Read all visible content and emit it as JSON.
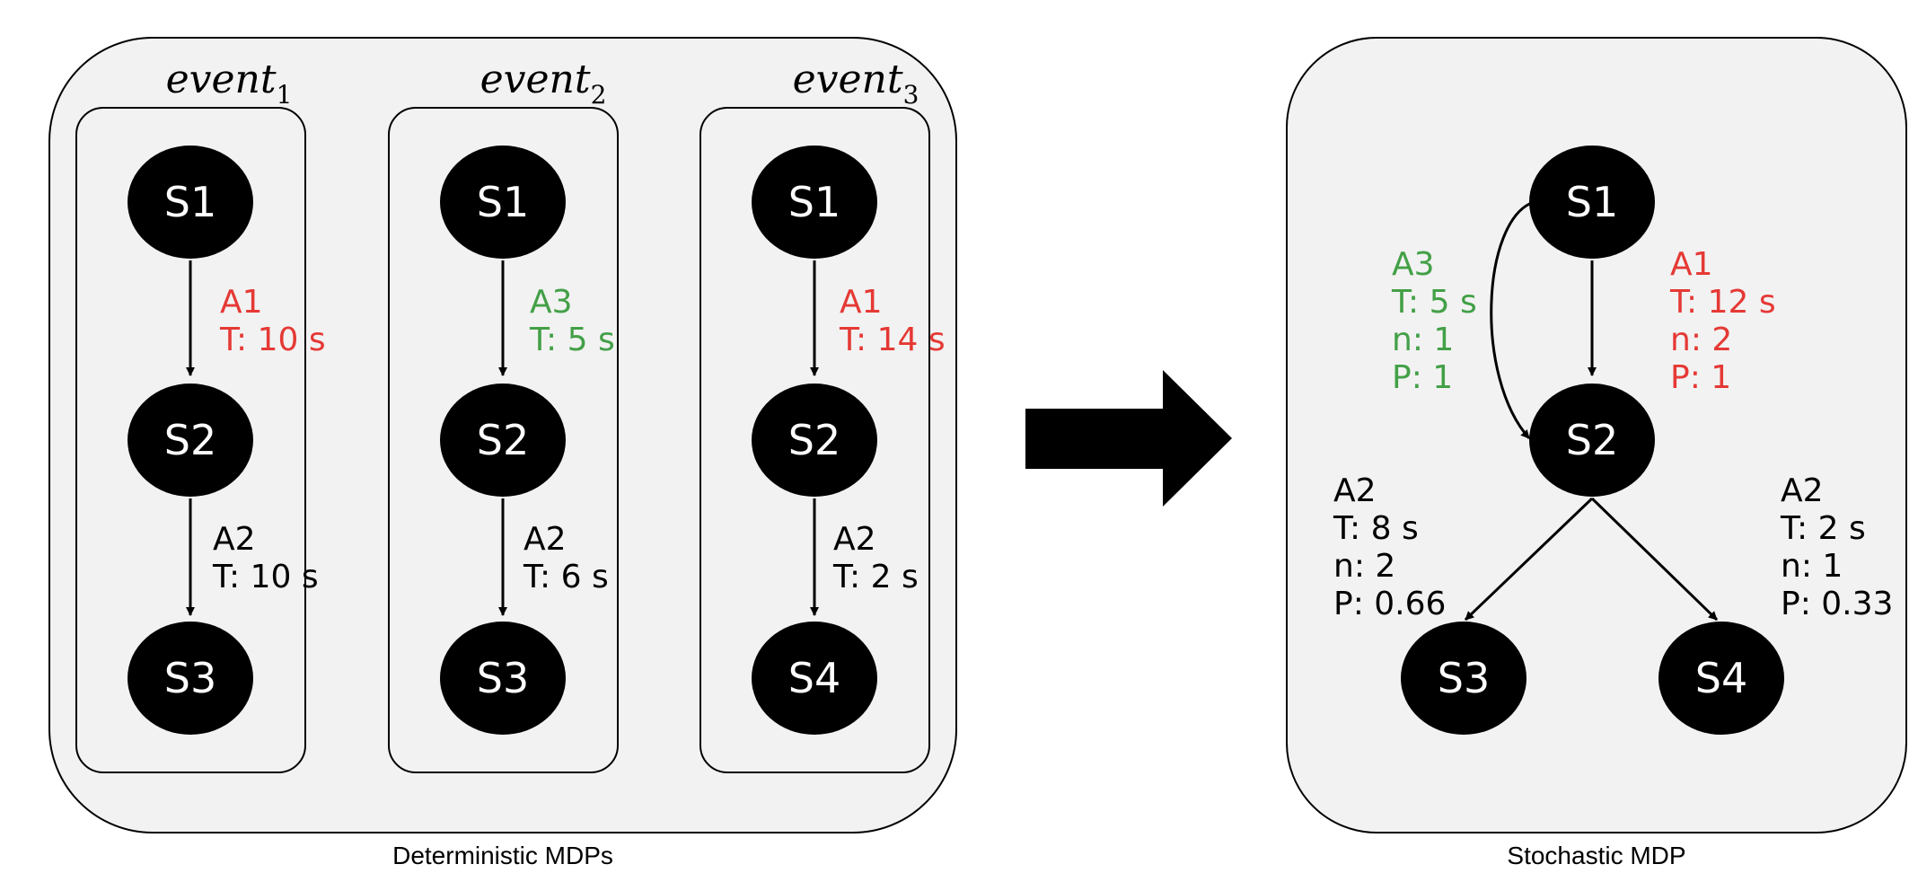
{
  "colors": {
    "red": "#e53935",
    "green": "#43a047",
    "black": "#000000",
    "panel_fill": "#f2f2f2"
  },
  "deterministic": {
    "caption": "Deterministic MDPs",
    "events": [
      {
        "title": "event",
        "subscript": "1",
        "nodes": [
          "S1",
          "S2",
          "S3"
        ],
        "edges": [
          {
            "action": "A1",
            "time": "T: 10 s",
            "color": "red"
          },
          {
            "action": "A2",
            "time": "T: 10 s",
            "color": "black"
          }
        ]
      },
      {
        "title": "event",
        "subscript": "2",
        "nodes": [
          "S1",
          "S2",
          "S3"
        ],
        "edges": [
          {
            "action": "A3",
            "time": "T: 5 s",
            "color": "green"
          },
          {
            "action": "A2",
            "time": "T: 6 s",
            "color": "black"
          }
        ]
      },
      {
        "title": "event",
        "subscript": "3",
        "nodes": [
          "S1",
          "S2",
          "S4"
        ],
        "edges": [
          {
            "action": "A1",
            "time": "T: 14 s",
            "color": "red"
          },
          {
            "action": "A2",
            "time": "T: 2 s",
            "color": "black"
          }
        ]
      }
    ]
  },
  "stochastic": {
    "caption": "Stochastic MDP",
    "nodes": [
      "S1",
      "S2",
      "S3",
      "S4"
    ],
    "edges": [
      {
        "lines": [
          "A3",
          "T: 5 s",
          "n: 1",
          "P: 1"
        ],
        "color": "green"
      },
      {
        "lines": [
          "A1",
          "T: 12 s",
          "n: 2",
          "P: 1"
        ],
        "color": "red"
      },
      {
        "lines": [
          "A2",
          "T: 8 s",
          "n: 2",
          "P: 0.66"
        ],
        "color": "black"
      },
      {
        "lines": [
          "A2",
          "T: 2 s",
          "n: 1",
          "P: 0.33"
        ],
        "color": "black"
      }
    ]
  }
}
